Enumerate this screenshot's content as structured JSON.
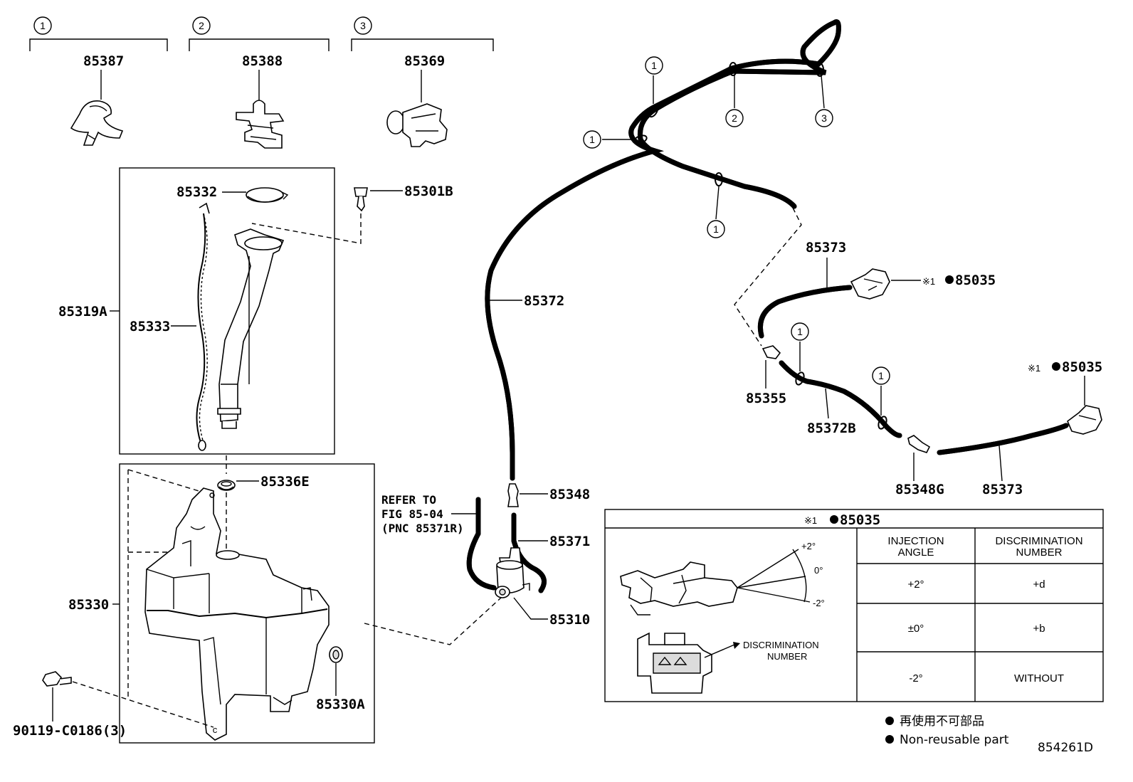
{
  "group_markers": [
    "1",
    "2",
    "3"
  ],
  "parts": {
    "p85387": "85387",
    "p85388": "85388",
    "p85369": "85369",
    "p85332": "85332",
    "p85301B": "85301B",
    "p85319A": "85319A",
    "p85333": "85333",
    "p85336E": "85336E",
    "p85330": "85330",
    "p85330A": "85330A",
    "p90119": "90119-C0186(3)",
    "p85372": "85372",
    "p85348": "85348",
    "p85371": "85371",
    "p85310": "85310",
    "p85373a": "85373",
    "p85373b": "85373",
    "p85355": "85355",
    "p85372B": "85372B",
    "p85348G": "85348G",
    "p85035a": "85035",
    "p85035b": "85035"
  },
  "refer": {
    "line1": "REFER TO",
    "line2": "FIG 85-04",
    "line3": "(PNC 85371R)"
  },
  "note_mark": "※1",
  "non_reusable_mark": "●",
  "nozzle_table": {
    "title": "85035",
    "col1_l1": "INJECTION",
    "col1_l2": "ANGLE",
    "col2_l1": "DISCRIMINATION",
    "col2_l2": "NUMBER",
    "rows": [
      {
        "angle": "+2°",
        "number": "+d"
      },
      {
        "angle": "±0°",
        "number": "+b"
      },
      {
        "angle": "-2°",
        "number": "WITHOUT"
      }
    ],
    "angle_labels": [
      "+2°",
      "0°",
      "-2°"
    ],
    "disc_l1": "DISCRIMINATION",
    "disc_l2": "NUMBER"
  },
  "legend": {
    "jp": "再使用不可部品",
    "en": "Non-reusable part"
  },
  "figure_id": "854261D"
}
